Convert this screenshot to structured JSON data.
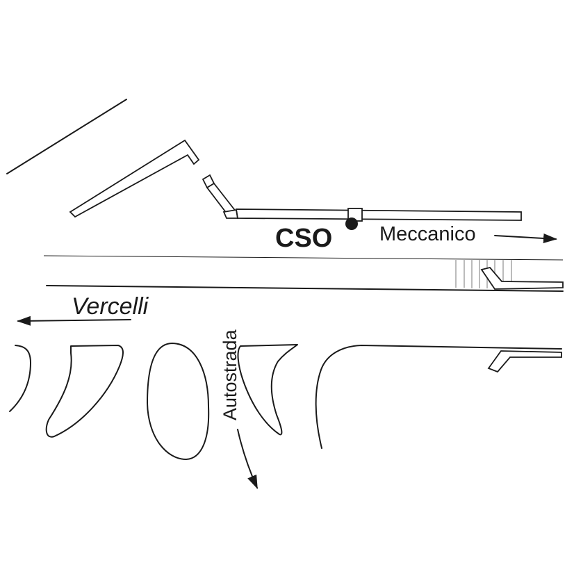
{
  "map": {
    "colors": {
      "line": "#1a1a1a",
      "background": "#ffffff"
    },
    "labels": {
      "station": "CSO",
      "east_destination": "Meccanico",
      "west_destination": "Vercelli",
      "south_destination": "Autostrada"
    },
    "markers": [
      {
        "name": "station-point",
        "label_ref": "station"
      }
    ]
  }
}
